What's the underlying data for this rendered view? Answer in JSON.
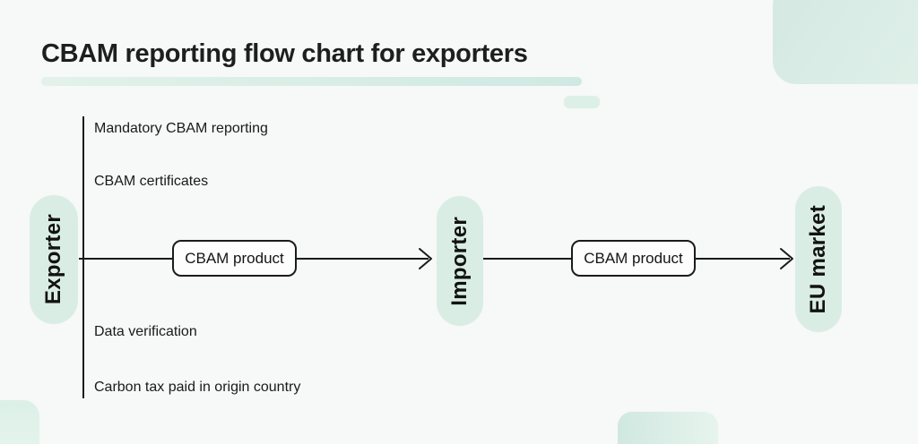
{
  "page": {
    "title": "CBAM reporting flow chart for exporters",
    "background_color": "#f7f8f8",
    "accent_color": "#d9ede4",
    "line_color": "#1a1a1a"
  },
  "flow": {
    "nodes": [
      {
        "id": "exporter",
        "label": "Exporter"
      },
      {
        "id": "importer",
        "label": "Importer"
      },
      {
        "id": "eu-market",
        "label": "EU market"
      }
    ],
    "edges": [
      {
        "from": "exporter",
        "to": "importer",
        "label": "CBAM product"
      },
      {
        "from": "importer",
        "to": "eu-market",
        "label": "CBAM product"
      }
    ],
    "exporter_annotations": [
      "Mandatory CBAM reporting",
      "CBAM certificates",
      "Data verification",
      "Carbon tax paid in origin country"
    ]
  }
}
